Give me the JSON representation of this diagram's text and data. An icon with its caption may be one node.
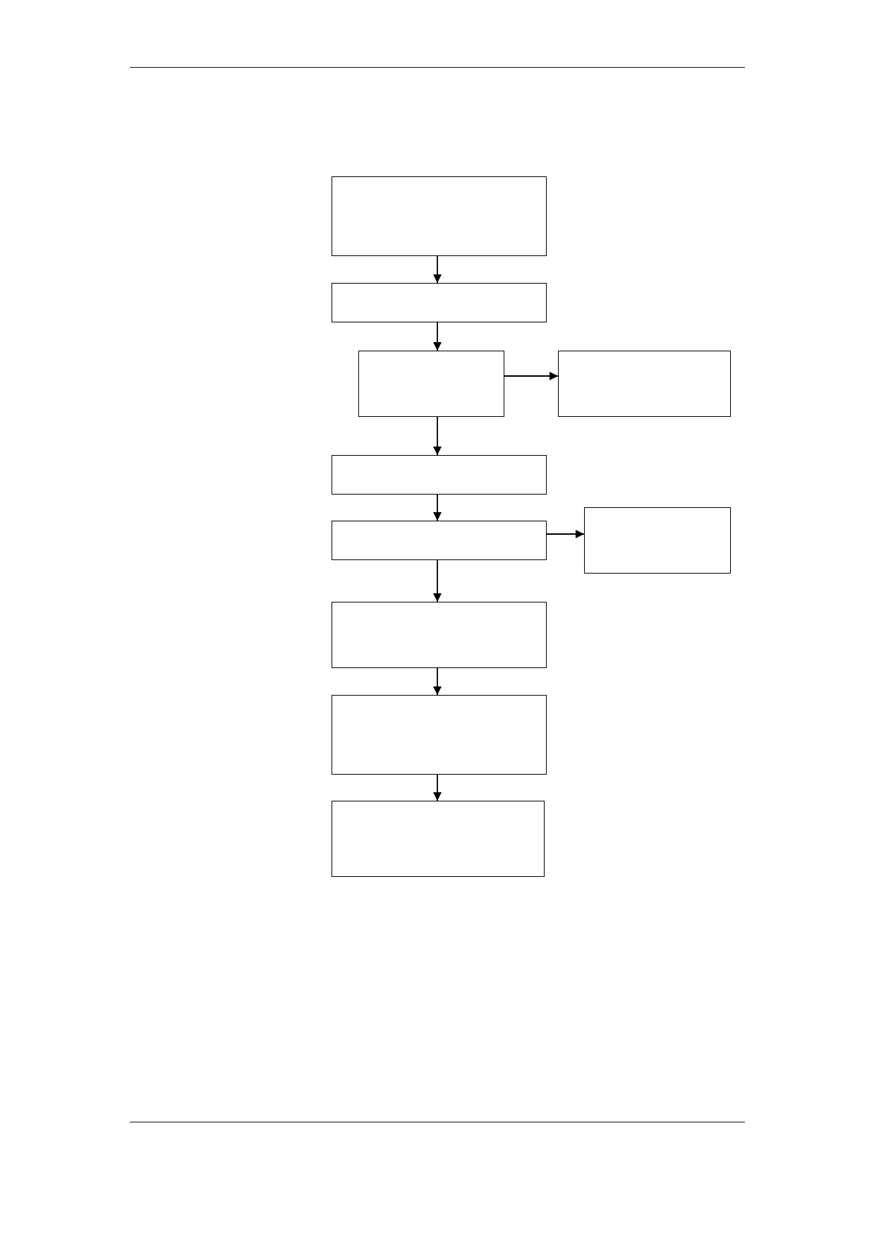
{
  "diagram": {
    "nodes": [
      {
        "text": [],
        "shape": "box"
      },
      {
        "text": [],
        "shape": "box"
      },
      {
        "text": [],
        "shape": "box"
      },
      {
        "text": [],
        "shape": "box"
      },
      {
        "text": [],
        "shape": "box"
      },
      {
        "text": [],
        "shape": "box"
      },
      {
        "text": [],
        "shape": "box"
      },
      {
        "text": [],
        "shape": "box"
      },
      {
        "text": [],
        "shape": "box"
      },
      {
        "text": [],
        "shape": "box"
      }
    ],
    "edges": [
      {
        "from": 0,
        "to": 1,
        "arrow": "to"
      },
      {
        "from": 1,
        "to": 2,
        "arrow": "to"
      },
      {
        "from": 2,
        "to": 3,
        "arrow": "to"
      },
      {
        "from": 2,
        "to": 4,
        "arrow": "to"
      },
      {
        "from": 4,
        "to": 5,
        "arrow": "to"
      },
      {
        "from": 5,
        "to": 6,
        "arrow": "to"
      },
      {
        "from": 5,
        "to": 7,
        "arrow": "to"
      },
      {
        "from": 7,
        "to": 8,
        "arrow": "to"
      },
      {
        "from": 8,
        "to": 9,
        "arrow": "to"
      }
    ]
  }
}
